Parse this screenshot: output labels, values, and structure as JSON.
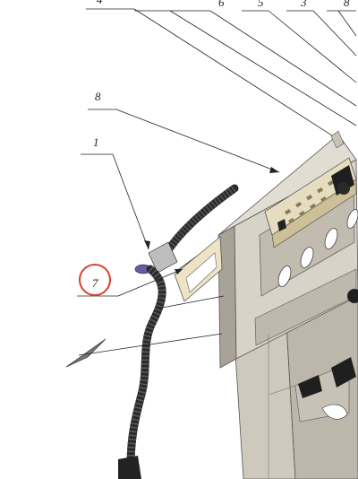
{
  "callouts": {
    "top_left": "4",
    "top_mid_a": "6",
    "top_mid_b": "5",
    "top_mid_c": "3",
    "top_right": "8",
    "label_8": "8",
    "label_1": "1",
    "label_7": "7"
  },
  "colors": {
    "highlight_circle": "#d9412b",
    "panel_face": "#d8d3c8",
    "panel_shadow": "#a9a397",
    "panel_dark": "#7a756b",
    "module_beige": "#e6dcbf",
    "cable": "#2a2a2a",
    "connector_purple": "#6a5aa8",
    "leader": "#222222"
  },
  "icons": {
    "highlight": "red-circle-highlight"
  }
}
